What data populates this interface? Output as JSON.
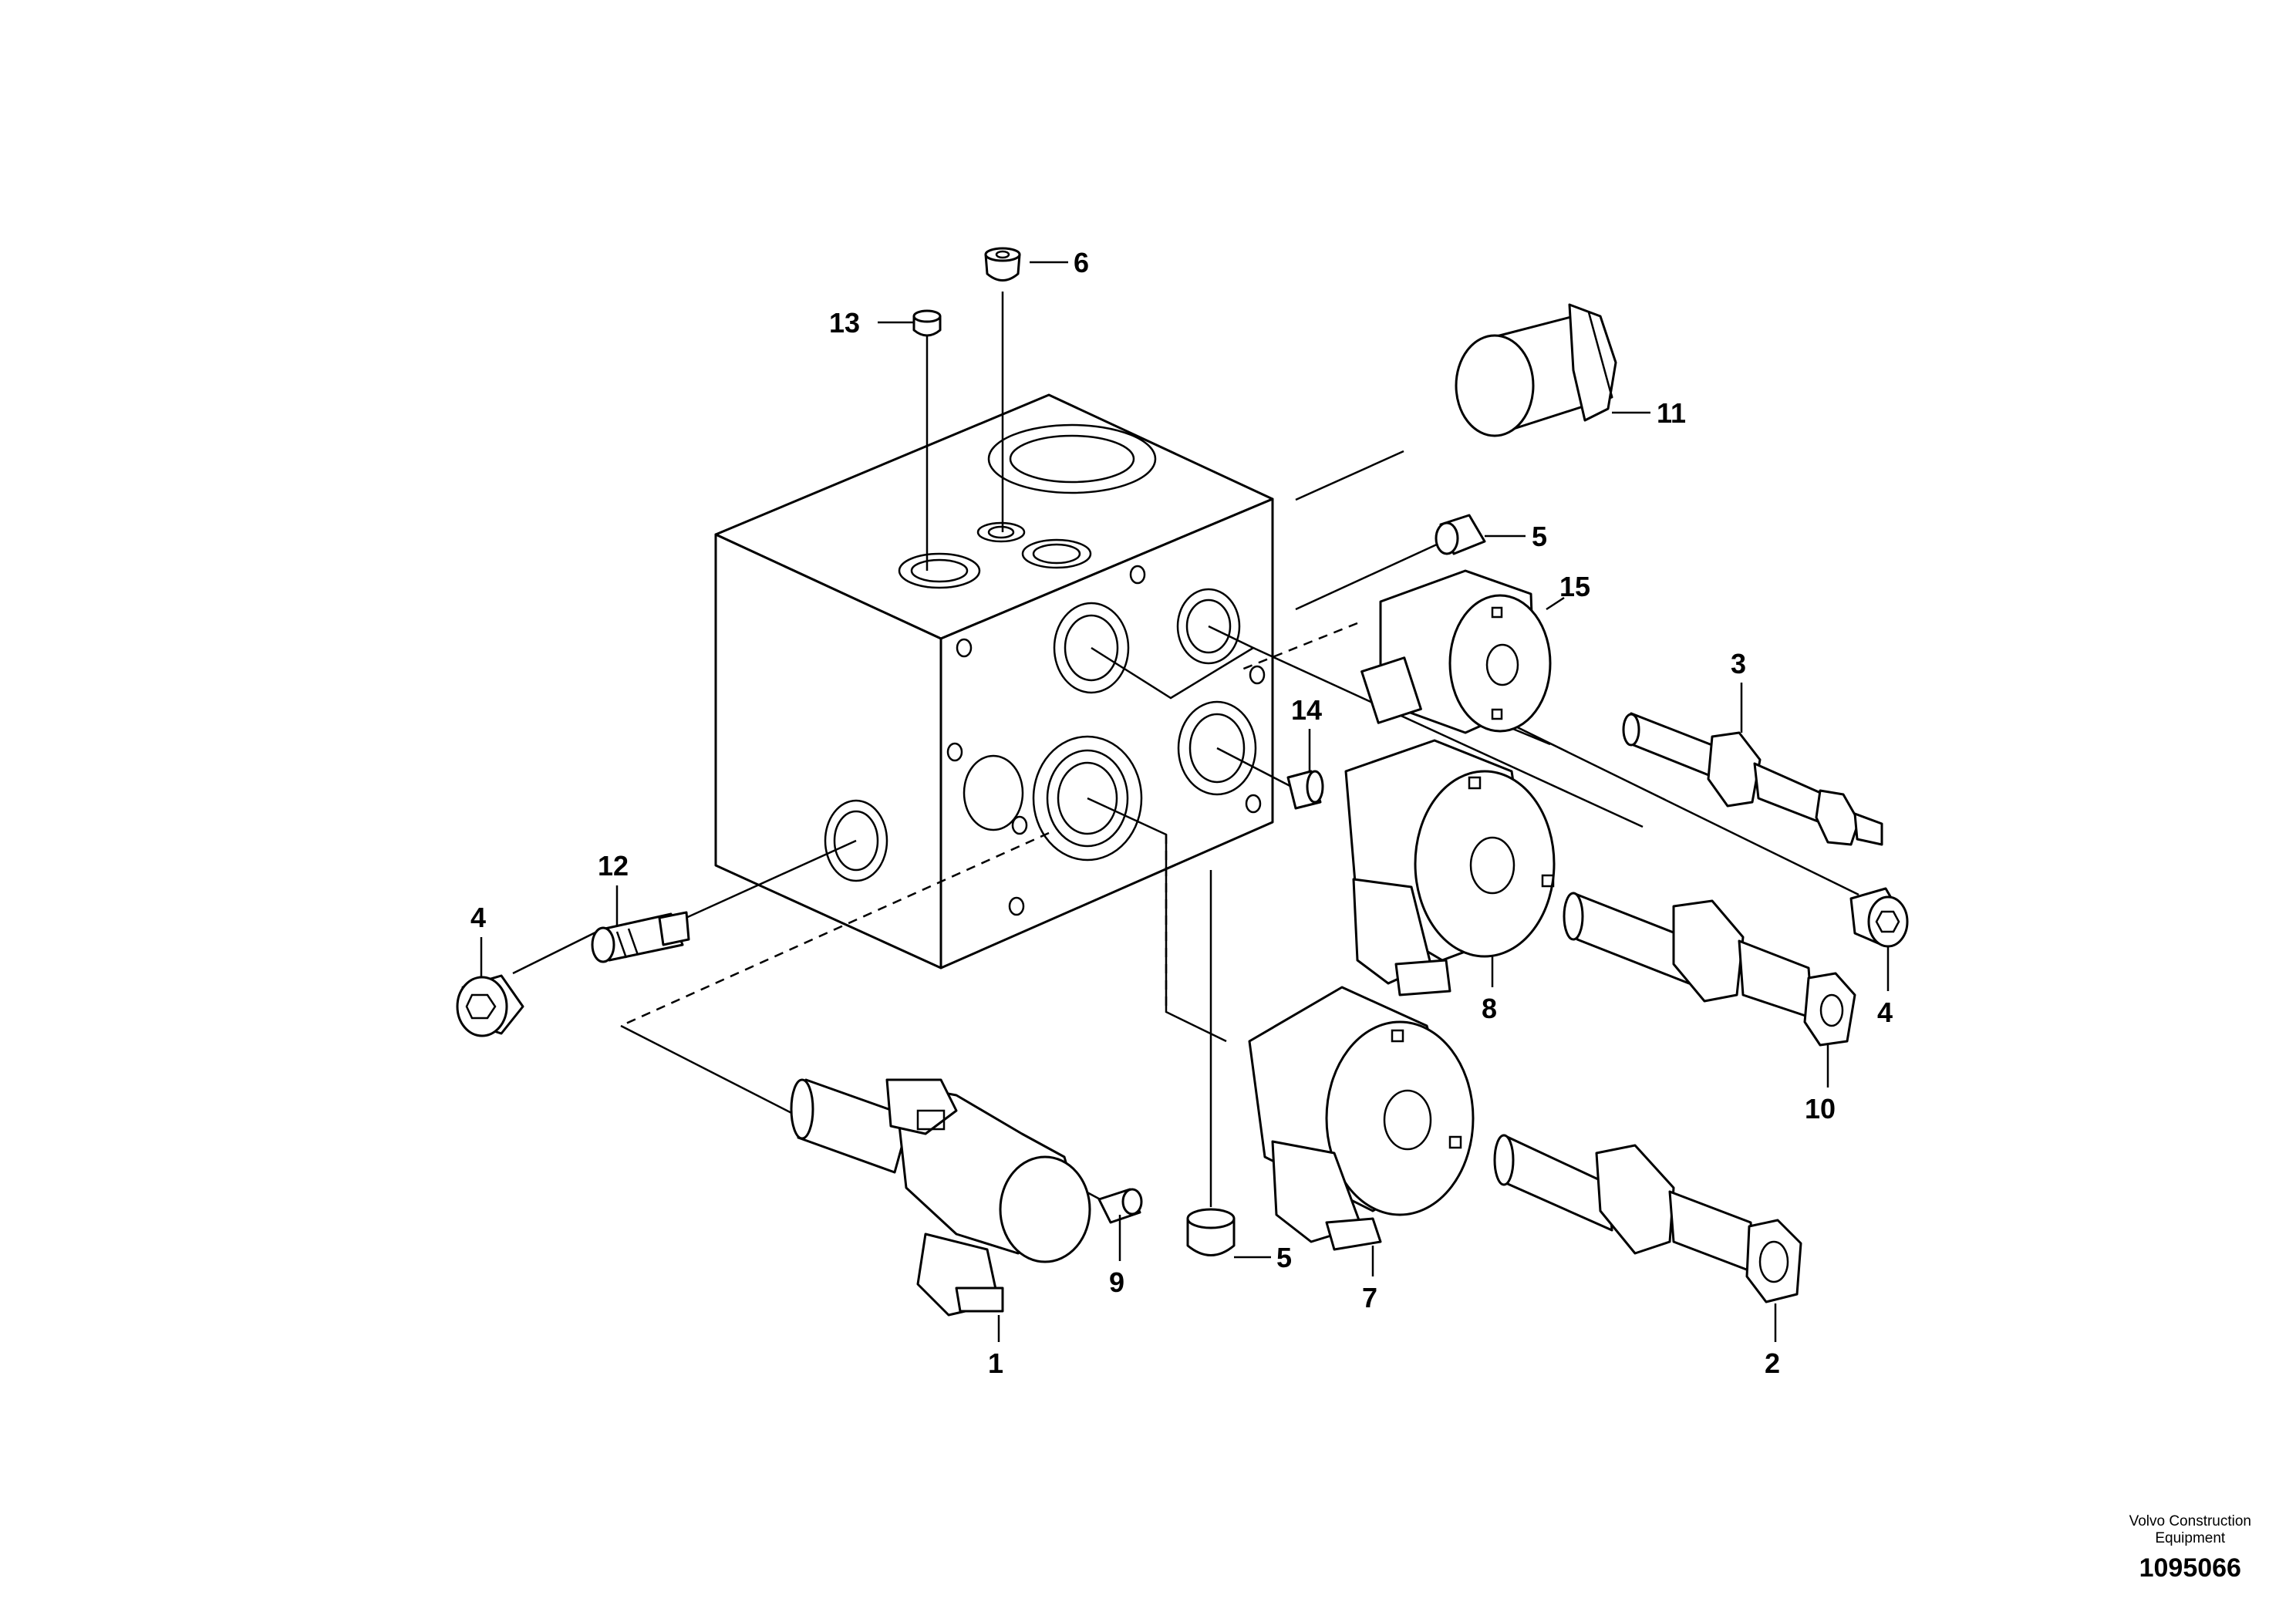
{
  "callouts": {
    "c1": "1",
    "c2": "2",
    "c3": "3",
    "c4a": "4",
    "c4b": "4",
    "c5a": "5",
    "c5b": "5",
    "c6": "6",
    "c7": "7",
    "c8": "8",
    "c9": "9",
    "c10": "10",
    "c11": "11",
    "c12": "12",
    "c13": "13",
    "c14": "14",
    "c15": "15"
  },
  "footer": {
    "brand_line1": "Volvo Construction",
    "brand_line2": "Equipment",
    "drawing_number": "1095066"
  }
}
